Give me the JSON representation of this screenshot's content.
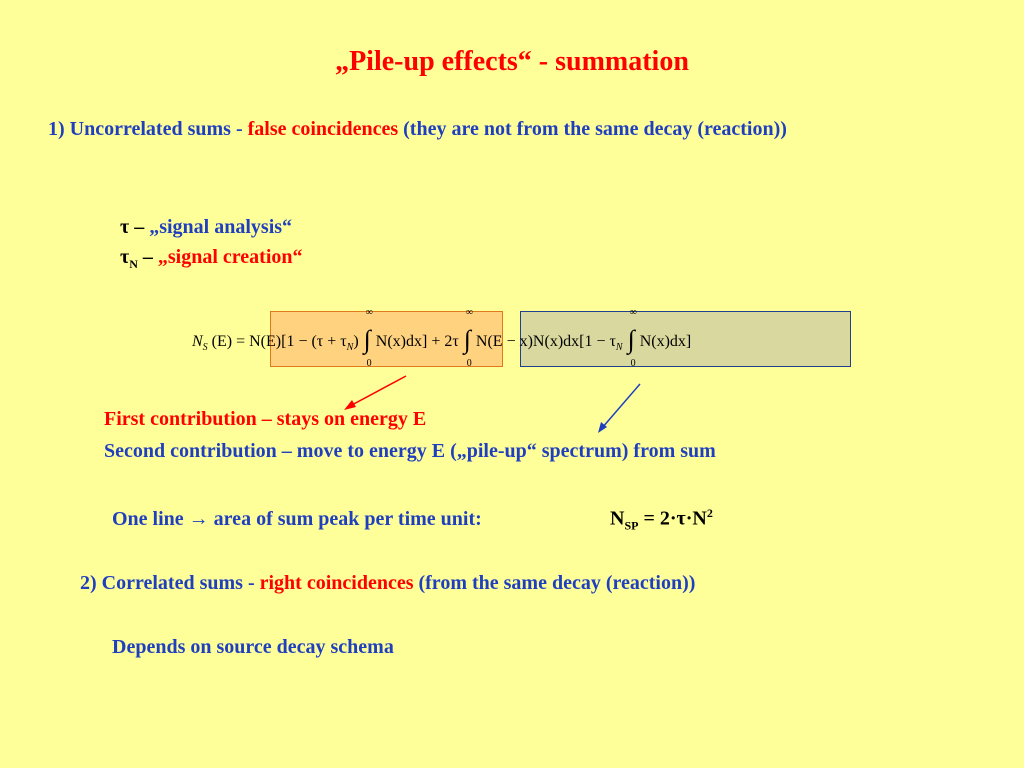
{
  "title": "„Pile-up effects“ - summation",
  "item1": {
    "label": "1) Uncorrelated sums - ",
    "highlight": "false coincidences",
    "rest": " (they are not from the same decay (reaction))"
  },
  "taus": {
    "tau_symbol": "τ",
    "tau_sep": " – ",
    "tau_desc": "„signal analysis“",
    "tauN_symbol": "τ",
    "tauN_sub": "N",
    "tauN_sep": " – ",
    "tauN_desc": "„signal creation“"
  },
  "formula": {
    "lhs_N": "N",
    "lhs_sub": "S",
    "lhs_arg": "(E) = ",
    "t1_a": "N(E)[1 − (τ + τ",
    "t1_sub": "N",
    "t1_b": ")",
    "t1_c": "N(x)dx]",
    "plus": " + 2τ",
    "t2_a": "N(E − x)N(x)dx[1 − τ",
    "t2_sub": "N",
    "t2_c": "N(x)dx]",
    "upper": "∞",
    "lower": "0"
  },
  "contrib": {
    "first": "First contribution – stays on energy E",
    "second": "Second contribution – move to energy E („pile-up“ spectrum) from sum"
  },
  "oneline": {
    "text": "One line → area of sum peak per time unit:",
    "nsp_N": "N",
    "nsp_sub": "SP",
    "nsp_eq": " = 2·τ·N",
    "nsp_sup": "2"
  },
  "item2": {
    "label": "2) Correlated sums  - ",
    "highlight": "right coincidences",
    "rest": " (from the same decay (reaction))"
  },
  "depends": "Depends on source decay schema",
  "colors": {
    "background": "#ffff99",
    "red": "#ff0000",
    "blue": "#1f3fbf",
    "box1_fill": "#ffd27f",
    "box2_fill": "#d9d99f"
  }
}
